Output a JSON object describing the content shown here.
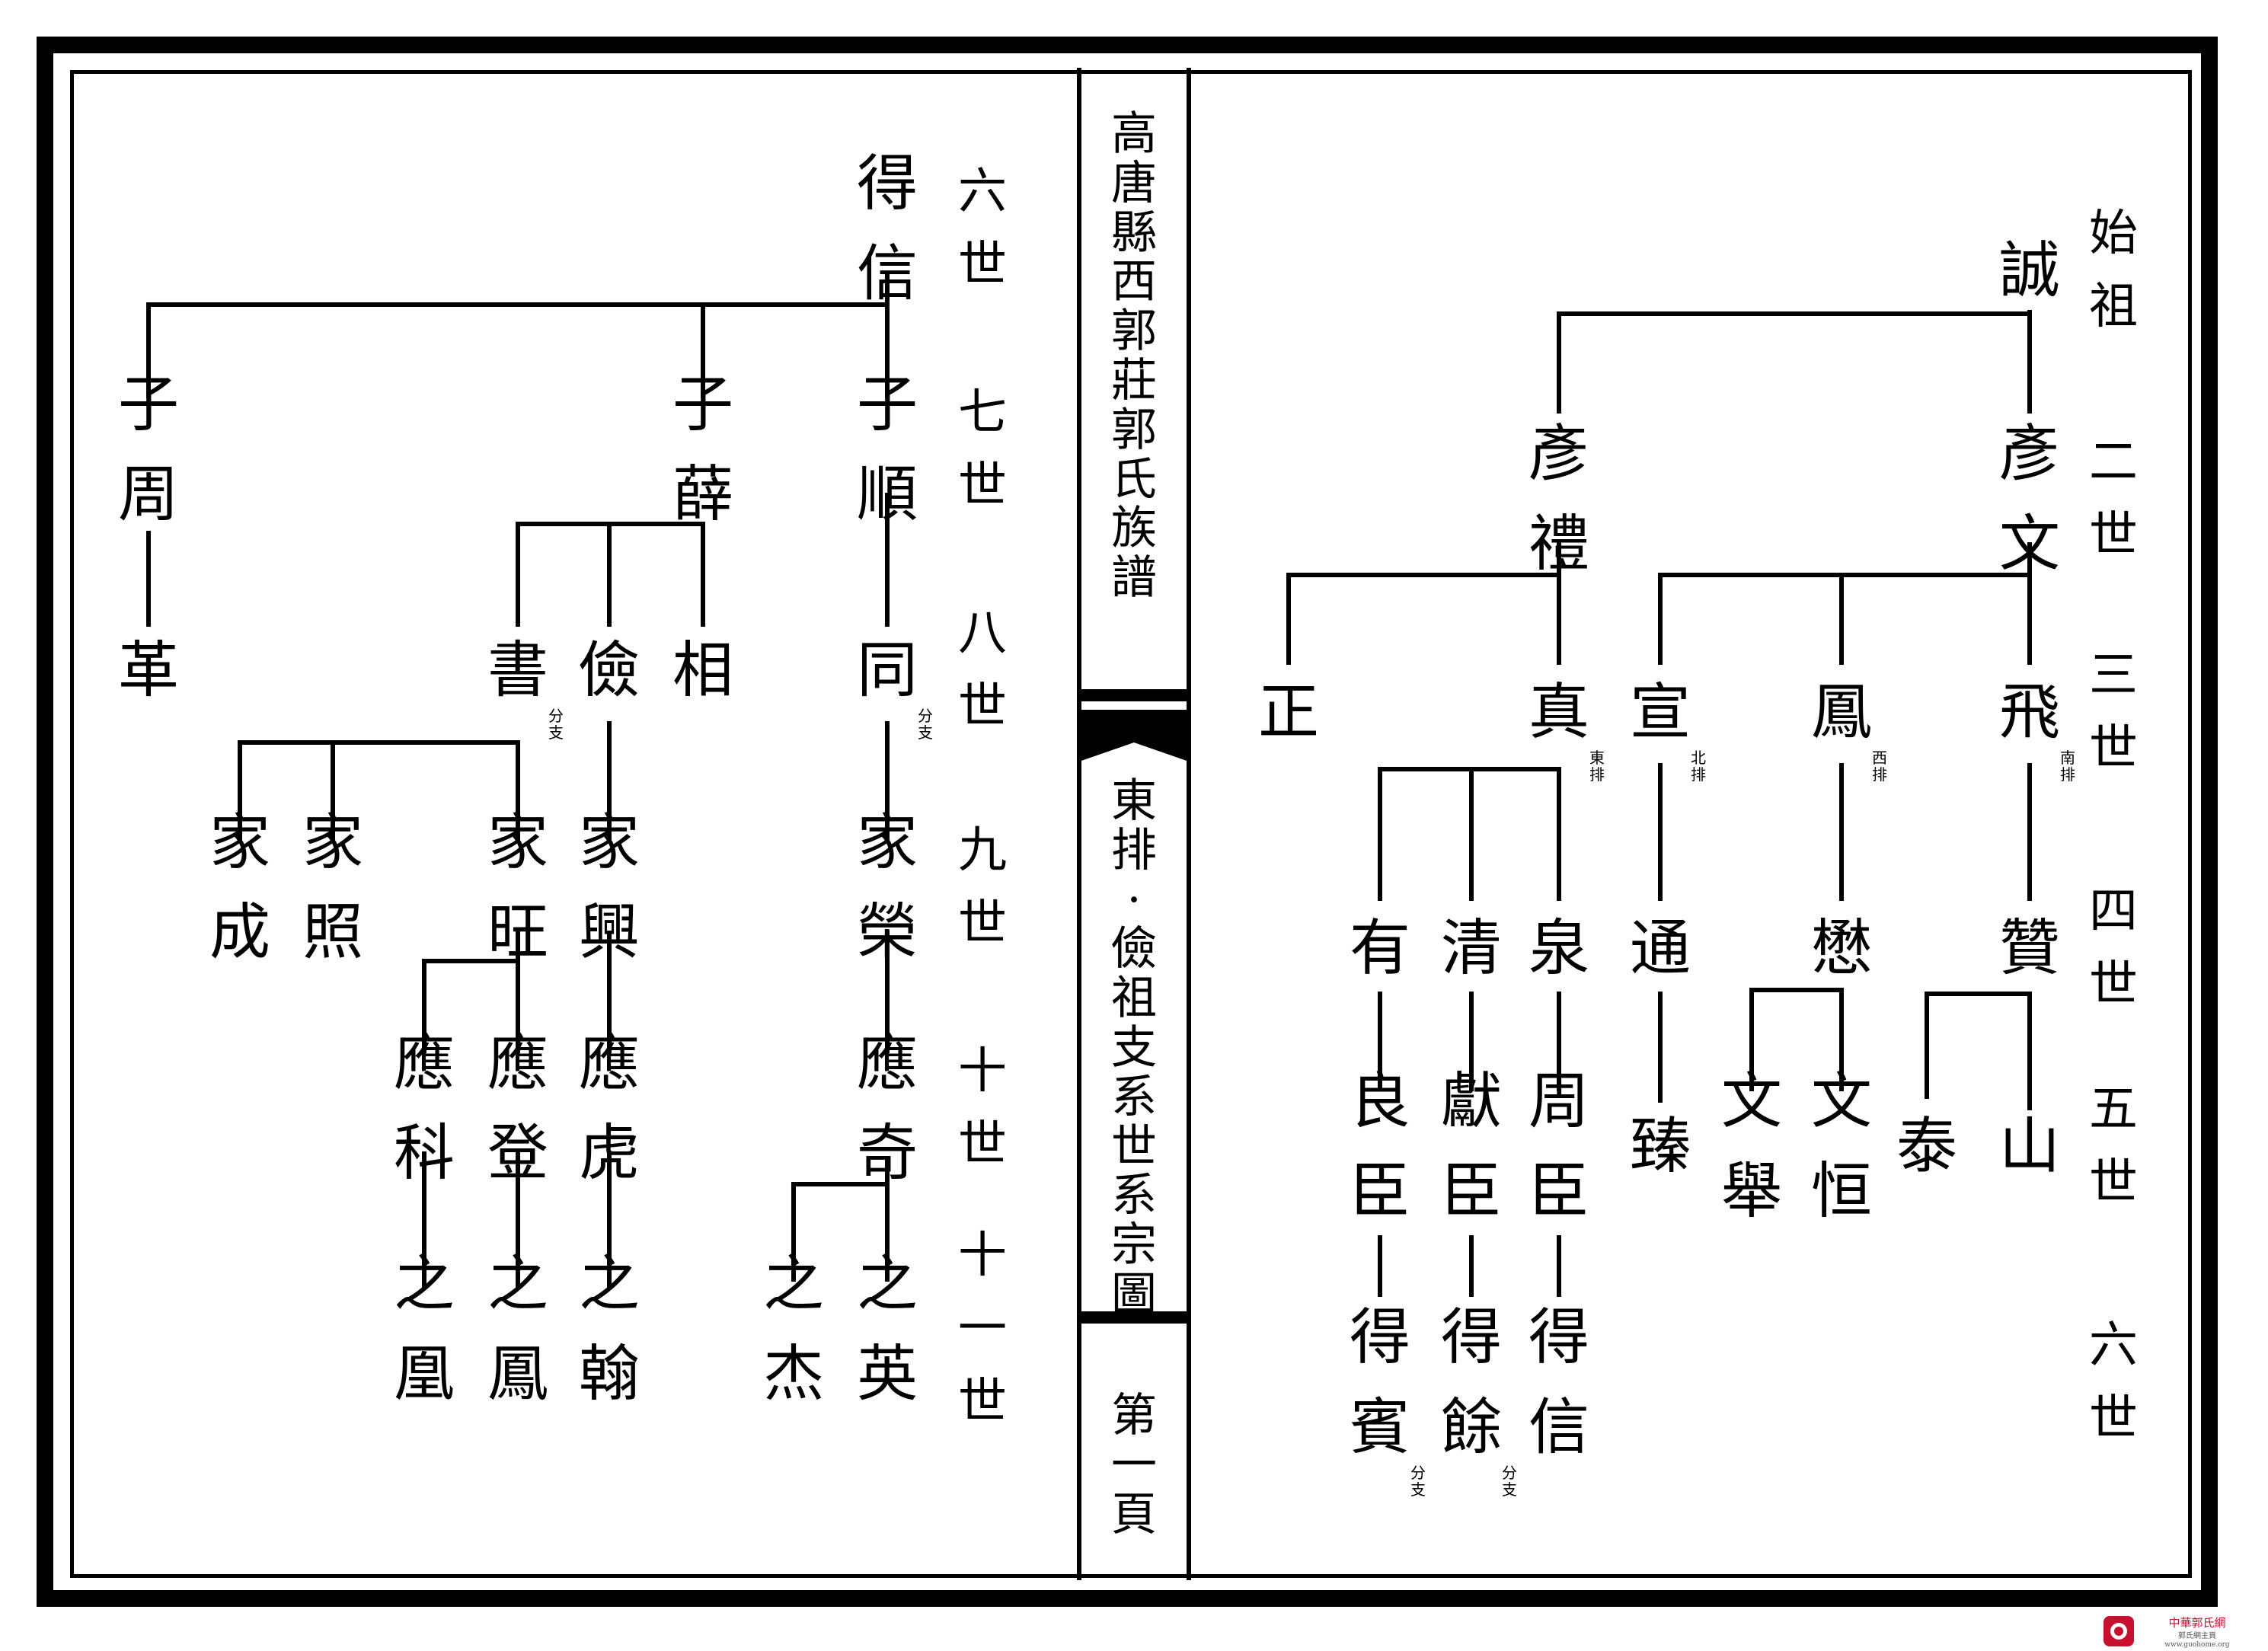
{
  "spine": {
    "title": "高唐縣西郭莊郭氏族譜",
    "subtitle": "東排·儉祖支系世系宗圖",
    "page": "第一頁"
  },
  "generations_right": [
    "始祖",
    "二世",
    "三世",
    "四世",
    "五世",
    "六世"
  ],
  "generations_left": [
    "六世",
    "七世",
    "八世",
    "九世",
    "十世",
    "十一世"
  ],
  "nodes": [
    {
      "id": "r-cheng",
      "text": "誠"
    },
    {
      "id": "r-yanwen",
      "text": "彥文"
    },
    {
      "id": "r-yanli",
      "text": "彥禮"
    },
    {
      "id": "r-fei",
      "text": "飛",
      "note": "南排"
    },
    {
      "id": "r-feng",
      "text": "鳳",
      "note": "西排"
    },
    {
      "id": "r-xuan",
      "text": "宣",
      "note": "北排"
    },
    {
      "id": "r-zhen",
      "text": "真",
      "note": "東排"
    },
    {
      "id": "r-zheng",
      "text": "正"
    },
    {
      "id": "r-zan",
      "text": "贊"
    },
    {
      "id": "r-mao",
      "text": "懋"
    },
    {
      "id": "r-tong",
      "text": "通"
    },
    {
      "id": "r-quan",
      "text": "泉"
    },
    {
      "id": "r-qing",
      "text": "清"
    },
    {
      "id": "r-you",
      "text": "有"
    },
    {
      "id": "r-shan",
      "text": "山"
    },
    {
      "id": "r-tai",
      "text": "泰"
    },
    {
      "id": "r-wenheng",
      "text": "文恒"
    },
    {
      "id": "r-wenju",
      "text": "文舉"
    },
    {
      "id": "r-zhen2",
      "text": "臻"
    },
    {
      "id": "r-zhouchen",
      "text": "周臣"
    },
    {
      "id": "r-xianchen",
      "text": "獻臣"
    },
    {
      "id": "r-liangchen",
      "text": "良臣"
    },
    {
      "id": "r-dexin",
      "text": "得信"
    },
    {
      "id": "r-deyu",
      "text": "得餘",
      "note": "分支"
    },
    {
      "id": "r-debin",
      "text": "得賓",
      "note": "分支"
    },
    {
      "id": "l-dexin",
      "text": "得信"
    },
    {
      "id": "l-zishun",
      "text": "子順"
    },
    {
      "id": "l-zixue",
      "text": "子薛"
    },
    {
      "id": "l-zizhou",
      "text": "子周"
    },
    {
      "id": "l-tong",
      "text": "同",
      "note": "分支"
    },
    {
      "id": "l-xiang",
      "text": "相"
    },
    {
      "id": "l-jian",
      "text": "儉"
    },
    {
      "id": "l-shu",
      "text": "書",
      "note": "分支"
    },
    {
      "id": "l-ge",
      "text": "革"
    },
    {
      "id": "l-jiarong",
      "text": "家榮"
    },
    {
      "id": "l-jiaxing",
      "text": "家興"
    },
    {
      "id": "l-jiawang",
      "text": "家旺"
    },
    {
      "id": "l-jiazhao",
      "text": "家照"
    },
    {
      "id": "l-jiacheng",
      "text": "家成"
    },
    {
      "id": "l-yingqi",
      "text": "應奇"
    },
    {
      "id": "l-yinghu",
      "text": "應虎"
    },
    {
      "id": "l-yingdeng",
      "text": "應登"
    },
    {
      "id": "l-yingke",
      "text": "應科"
    },
    {
      "id": "l-zhiying",
      "text": "之英"
    },
    {
      "id": "l-zhijie",
      "text": "之杰"
    },
    {
      "id": "l-zhihan",
      "text": "之翰"
    },
    {
      "id": "l-zhifeng",
      "text": "之鳳"
    },
    {
      "id": "l-zhihuang",
      "text": "之凰"
    }
  ],
  "watermark": {
    "text1": "中華郭氏網",
    "text2": "郭氏網主頁",
    "text3": "www.guohome.org",
    "color": "#c8102e"
  }
}
